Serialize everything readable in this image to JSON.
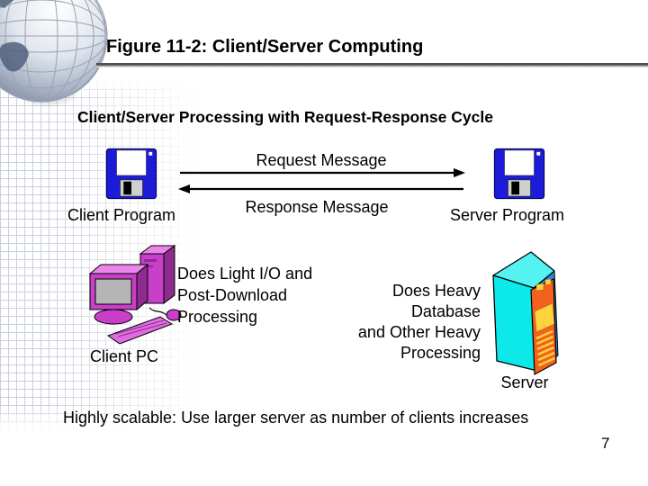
{
  "slide": {
    "title": "Figure 11-2: Client/Server Computing",
    "subtitle": "Client/Server Processing with Request-Response Cycle",
    "footer": "Highly scalable: Use larger server as number of clients increases",
    "page_number": "7"
  },
  "diagram": {
    "request_message": "Request Message",
    "response_message": "Response Message",
    "client_program": "Client Program",
    "server_program": "Server Program",
    "client_pc": "Client PC",
    "server": "Server",
    "client_note": [
      "Does Light I/O and",
      "Post-Download",
      "Processing"
    ],
    "server_note": [
      "Does Heavy",
      "Database",
      "and Other Heavy",
      "Processing"
    ]
  },
  "icons": {
    "top_left": "globe-icon",
    "client_program": "floppy-disk-icon",
    "server_program": "floppy-disk-icon",
    "client_pc": "desktop-computer-icon",
    "server": "server-tower-icon"
  },
  "colors": {
    "floppy_blue": "#1c1cd8",
    "pc_magenta": "#c93fc9",
    "pc_magenta_light": "#ea86ea",
    "pc_magenta_dark": "#8f2a8f",
    "screen_gray": "#b5b5b5",
    "server_cyan": "#0de9e9",
    "server_cyan_top": "#55f2f2",
    "server_blue": "#2188d8",
    "server_orange": "#f2611d",
    "server_yellow": "#ffd23f",
    "rule_dark": "#4f4f4f"
  }
}
